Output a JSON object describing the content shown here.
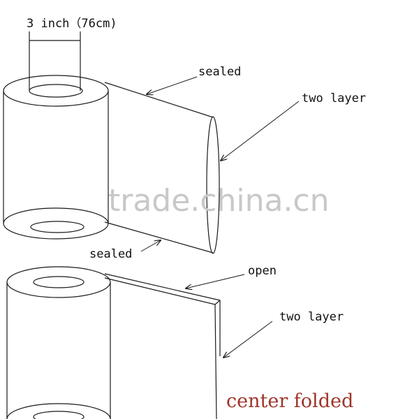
{
  "diagram": {
    "top_roll": {
      "dimension_label": "3 inch（76cm)",
      "sealed_top_label": "sealed",
      "two_layer_label": "two layer",
      "sealed_bottom_label": "sealed"
    },
    "bottom_roll": {
      "open_label": "open",
      "two_layer_label": "two layer",
      "fold_label": "center folded"
    },
    "watermark": "trade.china.cn"
  },
  "colors": {
    "line": "#1a1a1a",
    "text": "#111111",
    "accent_text": "#a0342a",
    "watermark": "#c8c8c8"
  }
}
